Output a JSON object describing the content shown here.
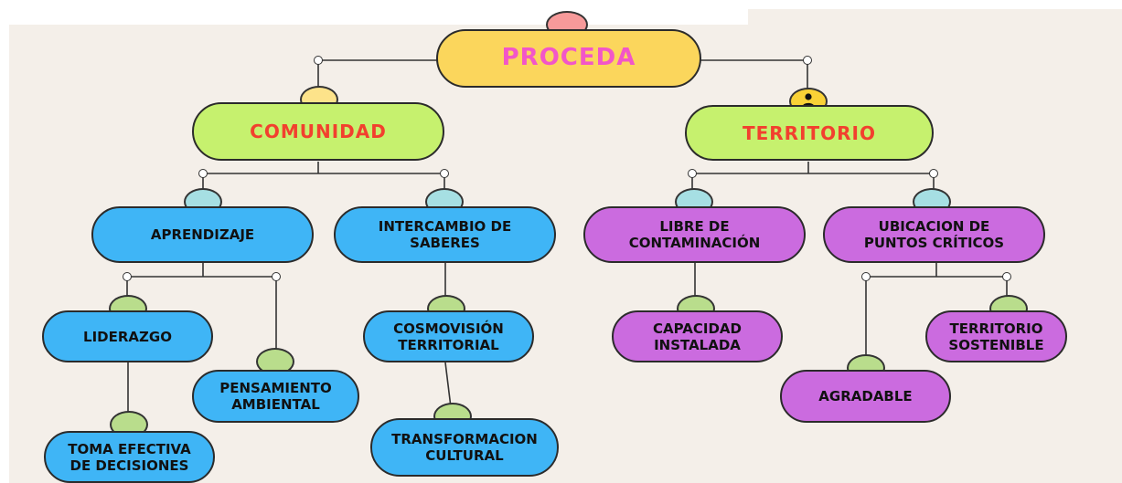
{
  "root": {
    "label": "PROCEDA"
  },
  "branches": {
    "comunidad": {
      "label": "COMUNIDAD"
    },
    "territorio": {
      "label": "TERRITORIO"
    }
  },
  "nodes": {
    "aprendizaje": {
      "label": "APRENDIZAJE"
    },
    "intercambio": {
      "line1": "INTERCAMBIO DE",
      "line2": "SABERES"
    },
    "liderazgo": {
      "label": "LIDERAZGO"
    },
    "pensamiento": {
      "line1": "PENSAMIENTO",
      "line2": "AMBIENTAL"
    },
    "toma": {
      "line1": "TOMA EFECTIVA",
      "line2": "DE DECISIONES"
    },
    "cosmovision": {
      "line1": "COSMOVISIÓN",
      "line2": "TERRITORIAL"
    },
    "transformacion": {
      "line1": "TRANSFORMACION",
      "line2": "CULTURAL"
    },
    "libre": {
      "line1": "LIBRE DE",
      "line2": "CONTAMINACIÓN"
    },
    "ubicacion": {
      "line1": "UBICACION DE",
      "line2": "PUNTOS CRÍTICOS"
    },
    "capacidad": {
      "line1": "CAPACIDAD",
      "line2": "INSTALADA"
    },
    "sostenible": {
      "line1": "TERRITORIO",
      "line2": "SOSTENIBLE"
    },
    "agradable": {
      "label": "AGRADABLE"
    }
  },
  "colors": {
    "root_fill": "#fbd65c",
    "root_text": "#f256c8",
    "level1_fill": "#c6f16e",
    "level1_text": "#f2402e",
    "blue_fill": "#3fb5f6",
    "purple_fill": "#cb6bdf",
    "canvas_bg": "#f4efe9"
  },
  "icons": {
    "territorio_badge": "person-icon"
  }
}
